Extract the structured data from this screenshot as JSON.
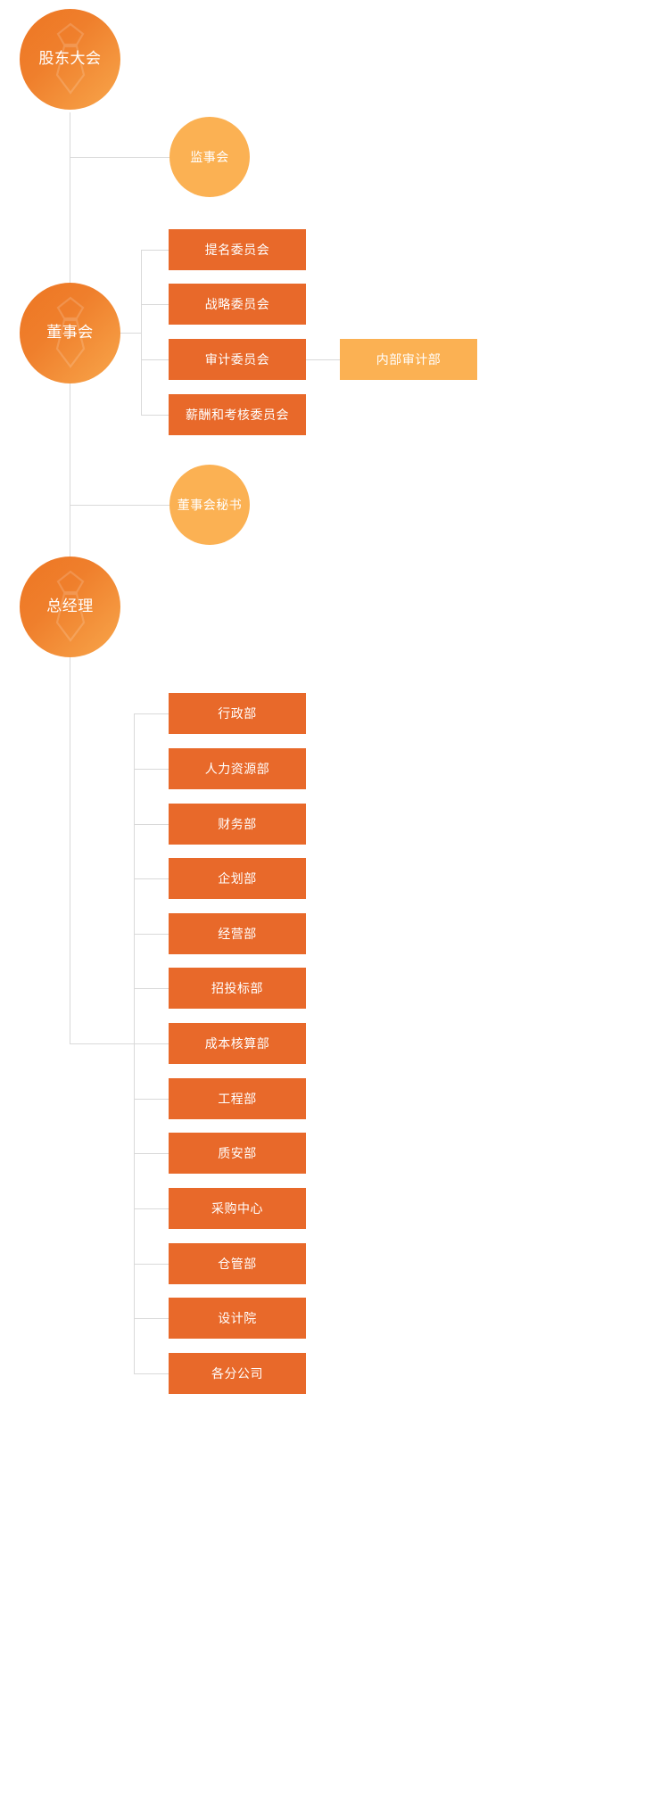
{
  "chart_data": {
    "type": "diagram",
    "title": "公司组织架构图",
    "nodes": [
      {
        "id": "shareholders",
        "label": "股东大会",
        "shape": "circle",
        "style": "gradient-orange",
        "watermark": "necktie-icon"
      },
      {
        "id": "supervisory",
        "label": "监事会",
        "shape": "circle",
        "style": "light-orange"
      },
      {
        "id": "board",
        "label": "董事会",
        "shape": "circle",
        "style": "gradient-orange",
        "watermark": "necktie-icon"
      },
      {
        "id": "nomination",
        "label": "提名委员会",
        "shape": "rect",
        "style": "dark-orange"
      },
      {
        "id": "strategy",
        "label": "战略委员会",
        "shape": "rect",
        "style": "dark-orange"
      },
      {
        "id": "audit",
        "label": "审计委员会",
        "shape": "rect",
        "style": "dark-orange"
      },
      {
        "id": "internalaudit",
        "label": "内部审计部",
        "shape": "rect",
        "style": "light-orange"
      },
      {
        "id": "remuneration",
        "label": "薪酬和考核委员会",
        "shape": "rect",
        "style": "dark-orange"
      },
      {
        "id": "secretary",
        "label": "董事会秘书",
        "shape": "circle",
        "style": "light-orange"
      },
      {
        "id": "gm",
        "label": "总经理",
        "shape": "circle",
        "style": "gradient-orange",
        "watermark": "necktie-icon"
      },
      {
        "id": "dept1",
        "label": "行政部",
        "shape": "rect",
        "style": "dark-orange"
      },
      {
        "id": "dept2",
        "label": "人力资源部",
        "shape": "rect",
        "style": "dark-orange"
      },
      {
        "id": "dept3",
        "label": "财务部",
        "shape": "rect",
        "style": "dark-orange"
      },
      {
        "id": "dept4",
        "label": "企划部",
        "shape": "rect",
        "style": "dark-orange"
      },
      {
        "id": "dept5",
        "label": "经营部",
        "shape": "rect",
        "style": "dark-orange"
      },
      {
        "id": "dept6",
        "label": "招投标部",
        "shape": "rect",
        "style": "dark-orange"
      },
      {
        "id": "dept7",
        "label": "成本核算部",
        "shape": "rect",
        "style": "dark-orange"
      },
      {
        "id": "dept8",
        "label": "工程部",
        "shape": "rect",
        "style": "dark-orange"
      },
      {
        "id": "dept9",
        "label": "质安部",
        "shape": "rect",
        "style": "dark-orange"
      },
      {
        "id": "dept10",
        "label": "采购中心",
        "shape": "rect",
        "style": "dark-orange"
      },
      {
        "id": "dept11",
        "label": "仓管部",
        "shape": "rect",
        "style": "dark-orange"
      },
      {
        "id": "dept12",
        "label": "设计院",
        "shape": "rect",
        "style": "dark-orange"
      },
      {
        "id": "dept13",
        "label": "各分公司",
        "shape": "rect",
        "style": "dark-orange"
      }
    ],
    "edges": [
      {
        "from": "shareholders",
        "to": "supervisory"
      },
      {
        "from": "shareholders",
        "to": "board"
      },
      {
        "from": "board",
        "to": "nomination"
      },
      {
        "from": "board",
        "to": "strategy"
      },
      {
        "from": "board",
        "to": "audit"
      },
      {
        "from": "board",
        "to": "remuneration"
      },
      {
        "from": "audit",
        "to": "internalaudit"
      },
      {
        "from": "shareholders",
        "to": "secretary"
      },
      {
        "from": "shareholders",
        "to": "gm"
      },
      {
        "from": "gm",
        "to": "dept1"
      },
      {
        "from": "gm",
        "to": "dept2"
      },
      {
        "from": "gm",
        "to": "dept3"
      },
      {
        "from": "gm",
        "to": "dept4"
      },
      {
        "from": "gm",
        "to": "dept5"
      },
      {
        "from": "gm",
        "to": "dept6"
      },
      {
        "from": "gm",
        "to": "dept7"
      },
      {
        "from": "gm",
        "to": "dept8"
      },
      {
        "from": "gm",
        "to": "dept9"
      },
      {
        "from": "gm",
        "to": "dept10"
      },
      {
        "from": "gm",
        "to": "dept11"
      },
      {
        "from": "gm",
        "to": "dept12"
      },
      {
        "from": "gm",
        "to": "dept13"
      }
    ],
    "colors": {
      "gradient_orange_start": "#ee7623",
      "gradient_orange_end": "#f8a64b",
      "light_orange": "#fbb153",
      "dark_orange": "#e8692a",
      "connector_line": "#d9d9d9",
      "background": "#ffffff",
      "label_text": "#ffffff"
    },
    "legend": [],
    "xlabel": "",
    "ylabel": ""
  },
  "nodes": {
    "shareholders": "股东大会",
    "supervisory": "监事会",
    "board": "董事会",
    "nomination": "提名委员会",
    "strategy": "战略委员会",
    "audit": "审计委员会",
    "internalaudit": "内部审计部",
    "remuneration": "薪酬和考核委员会",
    "secretary": "董事会秘书",
    "gm": "总经理",
    "dept1": "行政部",
    "dept2": "人力资源部",
    "dept3": "财务部",
    "dept4": "企划部",
    "dept5": "经营部",
    "dept6": "招投标部",
    "dept7": "成本核算部",
    "dept8": "工程部",
    "dept9": "质安部",
    "dept10": "采购中心",
    "dept11": "仓管部",
    "dept12": "设计院",
    "dept13": "各分公司"
  }
}
